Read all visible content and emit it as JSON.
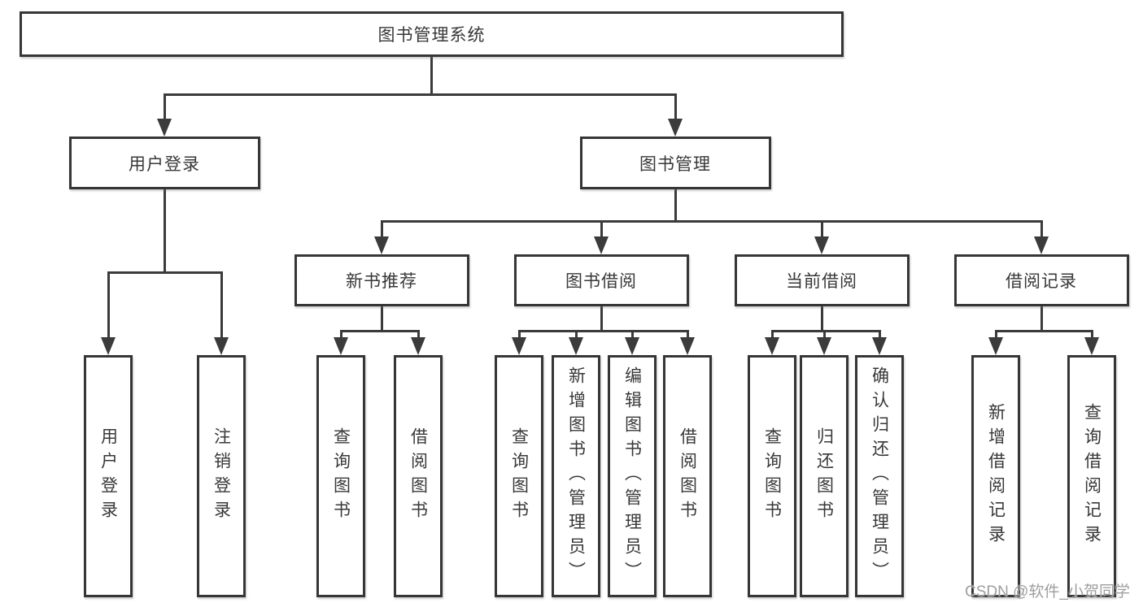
{
  "tree": {
    "root": "图书管理系统",
    "level2": [
      "用户登录",
      "图书管理"
    ],
    "level3": [
      "新书推荐",
      "图书借阅",
      "当前借阅",
      "借阅记录"
    ],
    "leaves_user_login": [
      "用户登录",
      "注销登录"
    ],
    "leaves_new_book": [
      "查询图书",
      "借阅图书"
    ],
    "leaves_book_borrow": [
      "查询图书",
      "新增图书（管理员）",
      "编辑图书（管理员）",
      "借阅图书"
    ],
    "leaves_current_borrow": [
      "查询图书",
      "归还图书",
      "确认归还（管理员）"
    ],
    "leaves_records": [
      "新增借阅记录",
      "查询借阅记录"
    ]
  },
  "watermark": {
    "text": "CSDN @软件_小贺同学"
  },
  "colors": {
    "line": "#3b3b3b",
    "box_border": "#363636",
    "box_fill": "#ffffff",
    "text": "#383838",
    "watermark": "#9e9e9e",
    "background": "#ffffff"
  }
}
